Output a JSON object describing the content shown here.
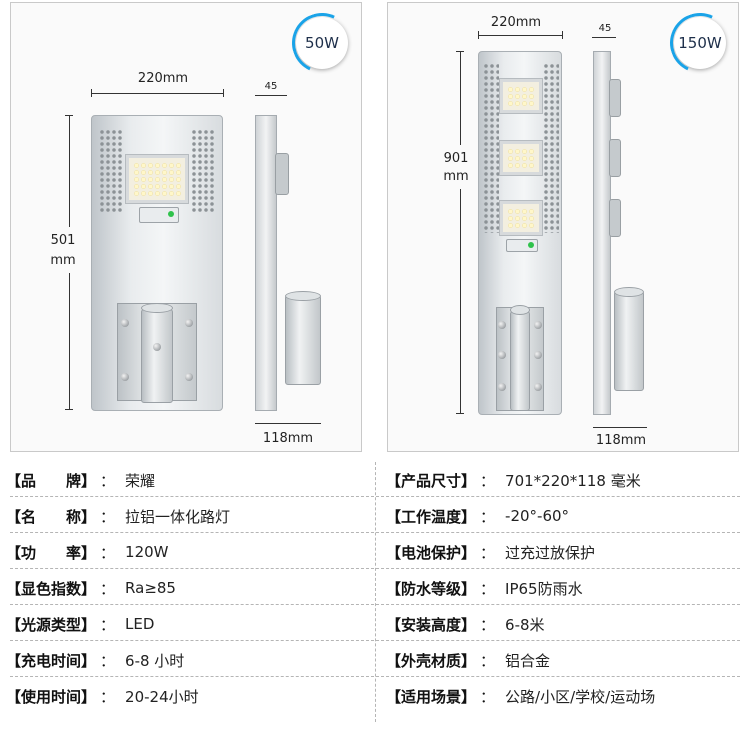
{
  "left_product": {
    "badge": "50W",
    "width_label": "220mm",
    "depth_label": "45",
    "height_label_value": "501",
    "height_label_unit": "mm",
    "pole_label": "118mm"
  },
  "right_product": {
    "badge": "150W",
    "width_label": "220mm",
    "depth_label": "45",
    "height_label_value": "901",
    "height_label_unit": "mm",
    "pole_label": "118mm"
  },
  "specs_left": [
    {
      "label": "【品　　牌】",
      "value": "荣耀"
    },
    {
      "label": "【名　　称】",
      "value": "拉铝一体化路灯"
    },
    {
      "label": "【功　　率】",
      "value": "120W"
    },
    {
      "label": "【显色指数】",
      "value": "Ra≥85"
    },
    {
      "label": "【光源类型】",
      "value": "LED"
    },
    {
      "label": "【充电时间】",
      "value": "6-8 小时"
    },
    {
      "label": "【使用时间】",
      "value": "20-24小时"
    }
  ],
  "specs_right": [
    {
      "label": "【产品尺寸】",
      "value": "701*220*118 毫米"
    },
    {
      "label": "【工作温度】",
      "value": "-20°-60°"
    },
    {
      "label": "【电池保护】",
      "value": "过充过放保护"
    },
    {
      "label": "【防水等级】",
      "value": "IP65防雨水"
    },
    {
      "label": "【安装高度】",
      "value": "6-8米"
    },
    {
      "label": "【外壳材质】",
      "value": "铝合金"
    },
    {
      "label": "【适用场景】",
      "value": "公路/小区/学校/运动场"
    }
  ],
  "colon": "："
}
